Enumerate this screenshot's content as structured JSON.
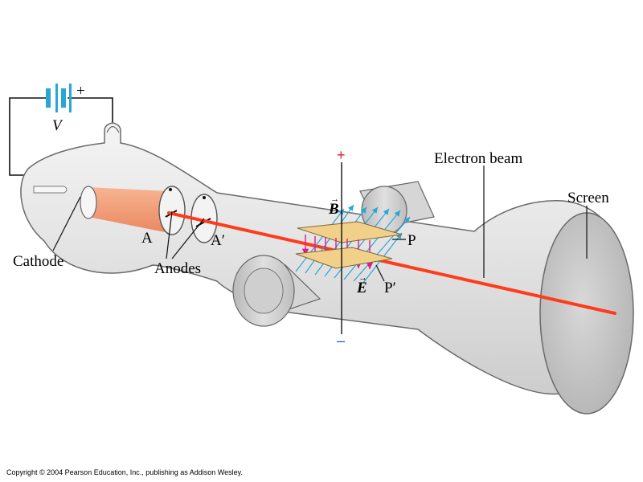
{
  "labels": {
    "battery_plus": "+",
    "voltage": "V",
    "cathode": "Cathode",
    "anode_a": "A",
    "anode_a_prime": "A′",
    "anodes": "Anodes",
    "b_field": "B",
    "e_field": "E",
    "plate_p": "P",
    "plate_p_prime": "P′",
    "electron_beam": "Electron beam",
    "screen": "Screen",
    "field_plus": "+",
    "field_minus": "–",
    "vector_arrow_b": "→",
    "vector_arrow_e": "→"
  },
  "copyright": "Copyright © 2004 Pearson Education, Inc., publishing as Addison Wesley.",
  "colors": {
    "tube_fill": "#e6e6e6",
    "tube_stroke": "#6a6a6a",
    "beam": "#ff3b1a",
    "cathode_cylinder": "#f39a73",
    "battery": "#2aa6d6",
    "magnet": "#cfcfcf",
    "plate": "#f1d08a",
    "b_field_lines": "#2aa6d6",
    "e_field_lines": "#e0198a",
    "plus_sign": "#e01b2b",
    "minus_sign": "#1b5fb5"
  }
}
